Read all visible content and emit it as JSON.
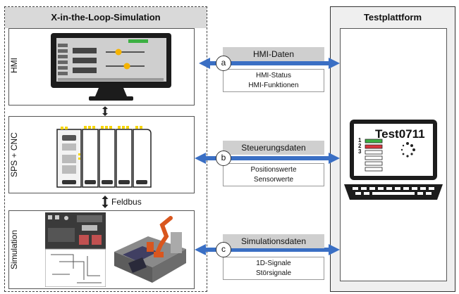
{
  "xil": {
    "title": "X-in-the-Loop-Simulation"
  },
  "platform": {
    "title": "Testplattform",
    "screen_text": "Test0711",
    "list_numbers": [
      "1",
      "2",
      "3"
    ]
  },
  "rows": [
    {
      "label": "HMI",
      "box_title": "HMI-Daten",
      "marker": "a",
      "info_lines": [
        "HMI-Status",
        "HMI-Funktionen"
      ]
    },
    {
      "label": "SPS + CNC",
      "box_title": "Steuerungsdaten",
      "marker": "b",
      "info_lines": [
        "Positionswerte",
        "Sensorwerte"
      ]
    },
    {
      "label": "Simulation",
      "box_title": "Simulationsdaten",
      "marker": "c",
      "info_lines": [
        "1D-Signale",
        "Störsignale"
      ]
    }
  ],
  "connectors": {
    "bus_label": "Feldbus"
  },
  "colors": {
    "arrow": "#3a6fc4",
    "accent_green": "#3cb043",
    "accent_yellow": "#f5b301",
    "accent_red": "#d9363e"
  }
}
